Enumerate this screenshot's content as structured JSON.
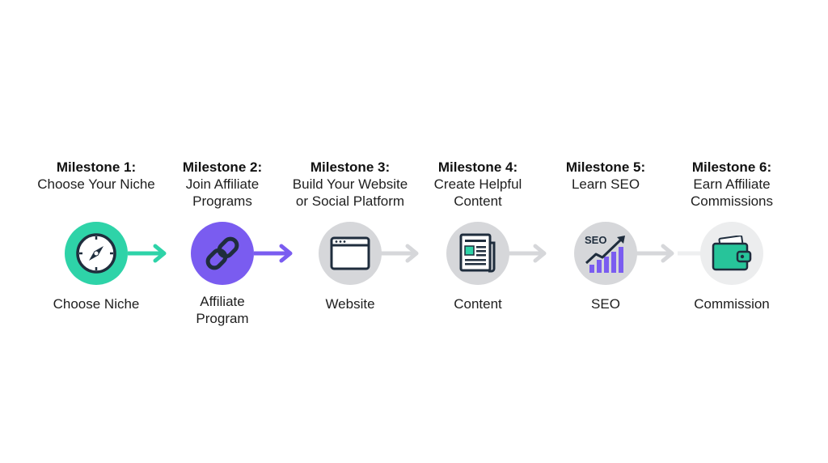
{
  "milestones": [
    {
      "number": "Milestone 1:",
      "title": "Choose Your Niche",
      "label": "Choose Niche",
      "icon": "compass-icon",
      "circle_color": "#2ed3a8",
      "status": "completed"
    },
    {
      "number": "Milestone 2:",
      "title": "Join Affiliate Programs",
      "label": "Affiliate Program",
      "icon": "link-icon",
      "circle_color": "#7a5cf0",
      "status": "current"
    },
    {
      "number": "Milestone 3:",
      "title": "Build Your Website or Social Platform",
      "label": "Website",
      "icon": "browser-window-icon",
      "circle_color": "#d6d7da",
      "status": "upcoming"
    },
    {
      "number": "Milestone 4:",
      "title": "Create Helpful Content",
      "label": "Content",
      "icon": "newspaper-icon",
      "circle_color": "#d6d7da",
      "status": "upcoming"
    },
    {
      "number": "Milestone 5:",
      "title": "Learn SEO",
      "label": "SEO",
      "icon": "seo-growth-chart-icon",
      "icon_text": "SEO",
      "circle_color": "#d6d7da",
      "status": "upcoming"
    },
    {
      "number": "Milestone 6:",
      "title": "Earn Affiliate Commissions",
      "label": "Commission",
      "icon": "wallet-icon",
      "circle_color": "#ecedee",
      "status": "upcoming"
    }
  ],
  "colors": {
    "teal": "#2ed3a8",
    "purple": "#7a5cf0",
    "gray": "#d6d7da",
    "navy": "#1f2d3d",
    "green": "#27c49a"
  }
}
